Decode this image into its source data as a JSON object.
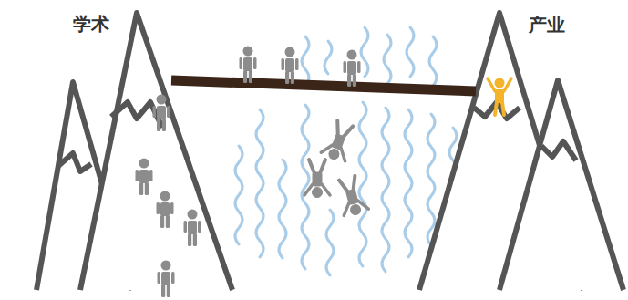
{
  "diagram": {
    "nodes": [
      {
        "text": [
          "学术"
        ]
      },
      {
        "text": [
          "产业"
        ]
      }
    ],
    "edges": [
      {
        "from": 0,
        "to": 1,
        "arrow": "none"
      }
    ]
  }
}
